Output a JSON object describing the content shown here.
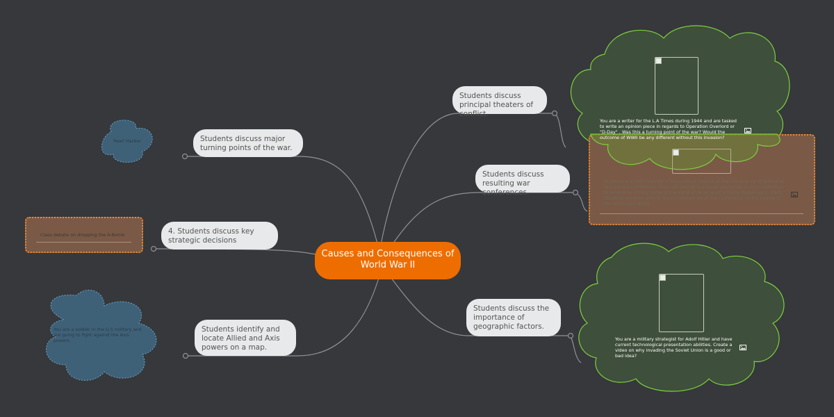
{
  "root": {
    "title": "Causes and Consequences of World War II"
  },
  "left_topics": [
    {
      "label": "Students discuss major turning points of the war."
    },
    {
      "label": "4. Students discuss key strategic decisions"
    },
    {
      "label": "Students identify and locate Allied and Axis powers on a map."
    }
  ],
  "right_topics": [
    {
      "label": "Students discuss principal theaters of conflict."
    },
    {
      "label": "Students discuss resulting war conferences."
    },
    {
      "label": "Students discuss the importance of geographic factors."
    }
  ],
  "notes": {
    "pearl_harbor": "Pearl Harbor",
    "class_debate": "Class debate on dropping the A-Bomb",
    "soldier": "You are a soldier in the U.S military and are going to fight against the Axis powers.",
    "writer": "You are a writer for the L.A Times during 1944 and are tasked to write an opinion piece in regards to Operation Overlord or \"D-Day\" . Was this a turning point of the war? Would the outcome of WWII be any different without this invasion?",
    "conference": "Students will fulfill the role of the political leaders at the Conference at Yalta and reenact the conference.  They will debate the issues discussed at the conference to determine if they come to the same ends as what actually happened in 1945. Students will then predict the consequences of the conference on the course of the world post WWII.",
    "strategist": "You are a military strategist for Adolf Hitler and have current technological presentation abilities. Create a video on why invading the Soviet Union is a good or bad idea?"
  },
  "icons": [
    "image-icon"
  ],
  "colors": {
    "background": "#36383c",
    "root": "#ee6d00",
    "topic": "#e8e9ea",
    "green_cloud": "#3e4f3b",
    "green_border": "#7ed13c",
    "blue_cloud": "#3f6178",
    "blue_border": "#6aa6c8",
    "brown_note": "#7a5a47",
    "orange_border": "#f0892c"
  }
}
